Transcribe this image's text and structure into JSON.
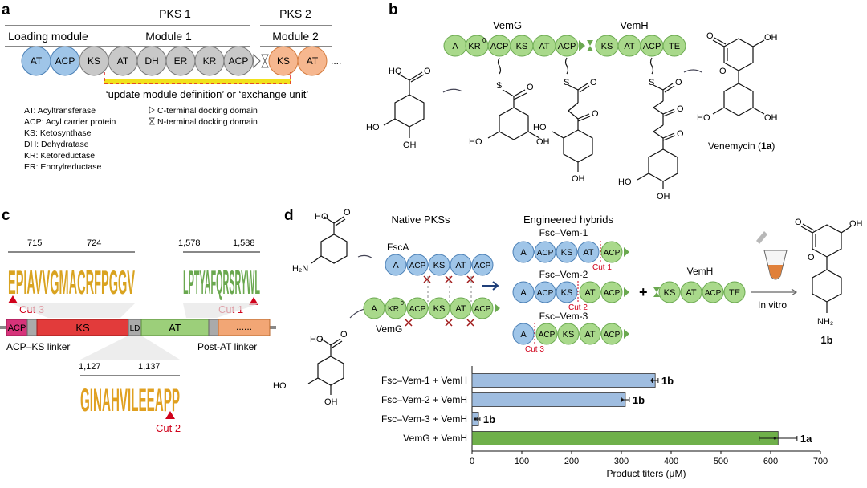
{
  "panels": {
    "a": {
      "label": "a",
      "pks1": "PKS 1",
      "pks2": "PKS 2",
      "loading_module": "Loading module",
      "module1": "Module 1",
      "module2": "Module 2",
      "domains_loading": [
        "AT",
        "ACP"
      ],
      "domains_m1": [
        "KS",
        "AT",
        "DH",
        "ER",
        "KR",
        "ACP"
      ],
      "domains_m2": [
        "KS",
        "AT"
      ],
      "ellipsis": "....",
      "update_text": "‘update module definition’ or ‘exchange unit’",
      "legend_left": [
        "AT: Acyltransferase",
        "ACP: Acyl carrier protein",
        "KS: Ketosynthase",
        "DH: Dehydratase",
        "KR: Ketoreductase",
        "ER: Enorylreductase"
      ],
      "legend_right": [
        "C-terminal docking domain",
        "N-terminal docking domain"
      ],
      "colors": {
        "loading": "#9fc5e8",
        "module1": "#c8c8c8",
        "module2": "#f6b78f",
        "highlight": "#f1e21c",
        "dashed": "#e02020"
      }
    },
    "b": {
      "label": "b",
      "vemg": "VemG",
      "vemh": "VemH",
      "vemg_domains": [
        "A",
        "KR",
        "ACP",
        "KS",
        "AT",
        "ACP"
      ],
      "kr_sup": "0",
      "vemh_domains": [
        "KS",
        "AT",
        "ACP",
        "TE"
      ],
      "atoms": {
        "ho": "HO",
        "oh": "OH",
        "o": "O",
        "s": "S"
      },
      "product_name": "Venemycin (",
      "product_id": "1a",
      "product_close": ")",
      "colors": {
        "green": "#a9d98b",
        "green_stroke": "#6aa84f"
      }
    },
    "c": {
      "label": "c",
      "pos_ks_start": "715",
      "pos_ks_end": "724",
      "pos_at_start": "1,578",
      "pos_at_end": "1,588",
      "pos_ld_start": "1,127",
      "pos_ld_end": "1,137",
      "logo_ks": "EPIAVVGMACRFPGGV",
      "logo_at": "LPTYAFQRSRYWL",
      "logo_ld": "GINAHVILEEAPP",
      "cut1": "Cut 1",
      "cut2": "Cut 2",
      "cut3": "Cut 3",
      "seg_acp": "ACP",
      "seg_ks": "KS",
      "seg_ld": "LD",
      "seg_at": "AT",
      "seg_more": "......",
      "acp_ks_linker": "ACP–KS linker",
      "post_at_linker": "Post-AT linker",
      "colors": {
        "acp": "#d6337a",
        "ks": "#e23b3b",
        "at": "#9ccf7a",
        "more": "#f2a675",
        "ld": "#aaaaaa"
      }
    },
    "d": {
      "label": "d",
      "native_title": "Native PKSs",
      "engineered_title": "Engineered hybrids",
      "fsca": "FscA",
      "fsca_domains": [
        "A",
        "ACP",
        "KS",
        "AT",
        "ACP"
      ],
      "vemg": "VemG",
      "vemg_domains": [
        "A",
        "KR",
        "ACP",
        "KS",
        "AT",
        "ACP"
      ],
      "kr_sup": "0",
      "hybrids": [
        {
          "name": "Fsc–Vem-1",
          "domains": [
            "A",
            "ACP",
            "KS",
            "AT",
            "ACP"
          ],
          "cut": "Cut 1"
        },
        {
          "name": "Fsc–Vem-2",
          "domains": [
            "A",
            "ACP",
            "KS",
            "AT",
            "ACP"
          ],
          "cut": "Cut 2"
        },
        {
          "name": "Fsc–Vem-3",
          "domains": [
            "A",
            "ACP",
            "KS",
            "AT",
            "ACP"
          ],
          "cut": "Cut 3"
        }
      ],
      "plus": "+",
      "vemh": "VemH",
      "vemh_domains": [
        "KS",
        "AT",
        "ACP",
        "TE"
      ],
      "in_vitro": "In vitro",
      "product_id": "1b",
      "atoms": {
        "ho": "HO",
        "oh": "OH",
        "o": "O",
        "h2n": "H₂N",
        "nh2": "NH₂"
      }
    }
  },
  "chart_data": {
    "type": "bar",
    "orientation": "horizontal",
    "categories": [
      "Fsc–Vem-1 + VemH",
      "Fsc–Vem-2 + VemH",
      "Fsc–Vem-3 + VemH",
      "VemG + VemH"
    ],
    "values": [
      368,
      308,
      13,
      615
    ],
    "errors": [
      6,
      8,
      3,
      38
    ],
    "bar_labels": [
      "1b",
      "1b",
      "1b",
      "1a"
    ],
    "bar_colors": [
      "#9fbde0",
      "#9fbde0",
      "#9fbde0",
      "#6fb04a"
    ],
    "xlabel": "Product titers (μM)",
    "xlim": [
      0,
      700
    ],
    "xticks": [
      0,
      100,
      200,
      300,
      400,
      500,
      600,
      700
    ]
  }
}
